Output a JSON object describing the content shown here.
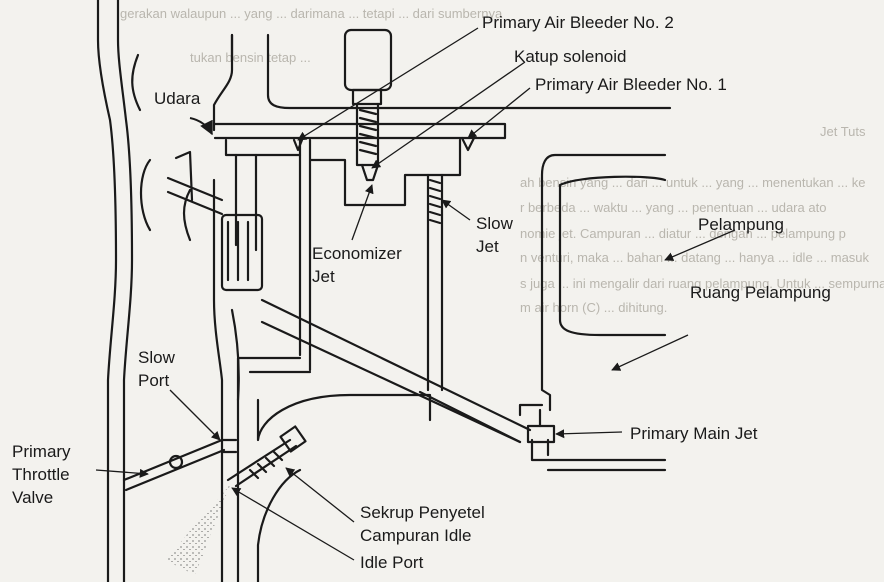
{
  "labels": {
    "primary_air_bleeder_2": "Primary Air Bleeder No. 2",
    "katup_solenoid": "Katup solenoid",
    "primary_air_bleeder_1": "Primary Air Bleeder No. 1",
    "udara": "Udara",
    "slow_jet_line1": "Slow",
    "slow_jet_line2": "Jet",
    "economizer_line1": "Economizer",
    "economizer_line2": "Jet",
    "pelampung": "Pelampung",
    "ruang_pelampung": "Ruang Pelampung",
    "slow_port_line1": "Slow",
    "slow_port_line2": "Port",
    "primary_main_jet": "Primary Main Jet",
    "throttle_line1": "Primary",
    "throttle_line2": "Throttle",
    "throttle_line3": "Valve",
    "sekrup_line1": "Sekrup Penyetel",
    "sekrup_line2": "Campuran Idle",
    "idle_port": "Idle Port"
  },
  "bleed_text": {
    "line1": "gerakan walaupun ... yang ... darimana ... tetapi ... dari sumbernya",
    "line2": "tukan bensin tetap ...",
    "line3": "Jet Tuts",
    "line4": "ah bensin yang ... dari ... untuk ... yang ... menentukan ... ke",
    "line5": "r berbeda ... waktu ... yang ... penentuan ... udara ato",
    "line6": "nomie jet. Campuran ... diatur ... dengan ... pelampung p",
    "line7": "n venturi, maka ... bahan ... datang ... hanya ... idle ... masuk",
    "line8": "s juga ... ini mengalir dari ruang pelampung. Untuk ... sempurna di",
    "line9": "m air horn (C) ... dihitung."
  }
}
